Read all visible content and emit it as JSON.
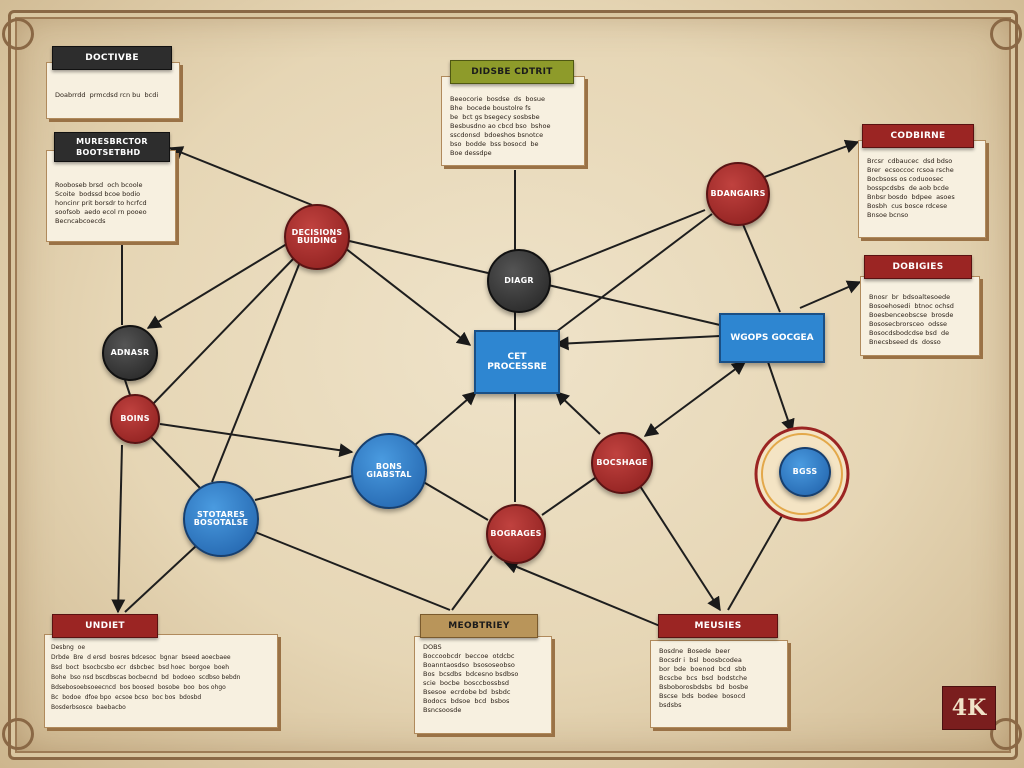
{
  "diagram": {
    "nodes": {
      "top_center": "DIAGR",
      "left_red": "DECISIONS\nBUIDING",
      "left_dark": "ADNASR",
      "left_small_red": "BOINS",
      "left_big_blue": "STOTARES\nBOSOTALSE",
      "center_blue": "BONS\nGIABSTAL",
      "center_rect": "CET\nPROCESSRE",
      "right_red_top": "BDANGAIRS",
      "right_rect": "WGOPS GOCGEA",
      "right_red_mid": "BOCSHAGE",
      "bottom_red": "BOGRAGES",
      "ring_blue": "BGSS"
    },
    "cards": {
      "top_left": {
        "title": "DOCTIVBE",
        "body": "Doabrrdd  prmcdsd rcn bu  bcdi"
      },
      "left_mid": {
        "title": "MURESBRCTOR\nBOOTSETBHD",
        "body": "Rooboseb brsd  och bcoole\nScoite  bodssd bcoe bodio\nhoncinr prit borsdr to hcrfcd\nsoofsob  aedo ecol rn pooeo\nBecncabcoecds"
      },
      "top_center": {
        "title": "DIDSBE CDTRIT",
        "body": "Beeocorie  bosdse  ds  bosue\nBhe  bocede boustolre fs\nbe  bct gs bsegecy sosbsbe\nBesbusdno ao cbcd bso  bshoe\nsscdonsd  bdoeshos bsnotce\nbso  bodde  bss bosocd  be\nBoe dessdpe"
      },
      "top_right": {
        "title": "CODBIRNE",
        "body": "Brcsr  cdbaucec  dsd bdso\nBrer  ecsoccoc rcsoa rsche\nBocbsoss os coduoosec\nbosspcdsbs  de aob bcde\nBnbsr bosdo  bdpee  asoes\nBosbh  cus bosce rdcese\nBnsoe bcnso"
      },
      "mid_right": {
        "title": "DOBIGIES",
        "body": "Bnosr  br  bdsoaltesoede\nBosoehosedi  btnoc ochsd\nBoesbenceobscse  brosde\nBososecbrorsceo  odsse\nBosocdsbodcdse bsd  de\nBnecsbseed ds  dosso"
      },
      "bottom_left": {
        "title": "UNDIET",
        "body": "Desbng  oe\nDrbde  Bre  d ersd  bosres bdcesoc  bgnar  bseed aoecbaee\nBsd  boct  bsocbcsbo ecr  dsbcbec  bsd hoec  borgoe  boeh\nBohe  bso nsd bscdbscas bocbecnd  bd  bodoeo  scdbso bebdn\nBdsebosoebsoeecncd  bos boosed  bosobe  boo  bos ohgo\nBc  bodoe  dfoe bpo  ecsoe bcso  boc bos  bdosbd\nBosderbsosce  baebacbo"
      },
      "bottom_center": {
        "title": "MEOBTRIEY",
        "body": "DOBS\nBoccoobcdr  beccoe  otdcbc\nBoanntaosdso  bsososeobso\nBos  bcsdbs  bdcesno bsdbso\nscie  bocbe  bosccbossbsd\nBsesoe  ecrdobe bd  bsbdc\nBodocs  bdsoe  bcd  bsbos\nBsncsoosde"
      },
      "bottom_right": {
        "title": "MEUSIES",
        "body": "Bosdne  Bosede  beer\nBocsdr i  bsl  boosbcodea\nbor  bde  boenod  bcd  sbb\nBcscbe  bcs  bsd  bodstche\nBsboborosbdsbs  bd  bosbe\nBscse  bds  bodee  bosocd\nbsdsbs"
      }
    },
    "badge": "4K"
  }
}
